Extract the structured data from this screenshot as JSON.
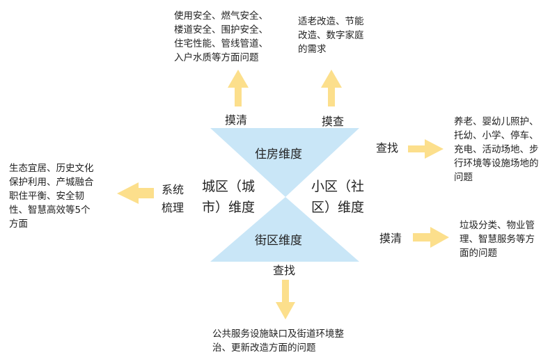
{
  "colors": {
    "shape_fill": "#c9e6f7",
    "arrow_fill": "#fcdf8c",
    "text": "#222222"
  },
  "center": {
    "top_label": "住房维度",
    "bottom_label": "街区维度",
    "left_label": "城区（城\n市）维度",
    "right_label": "小区（社\n区）维度"
  },
  "connectors": {
    "top_left": "摸清",
    "top_right": "摸查",
    "right_top": "查找",
    "right_bottom": "摸清",
    "left": "系统\n梳理",
    "bottom": "查找"
  },
  "boxes": {
    "top_left": "使用安全、燃气安全、\n楼道安全、围护安全、\n住宅性能、管线管道、\n入户水质等方面问题",
    "top_right": "适老改造、节能\n改造、数字家庭\n的需求",
    "right_top": "养老、婴幼儿照护、\n托幼、小学、停车、\n充电、活动场地、步\n行环境等设施场地的\n问题",
    "right_bottom": "垃圾分类、物业管\n理、智慧服务等方\n面的问题",
    "left": "生态宜居、历史文化\n保护利用、产城融合\n职住平衡、安全韧\n性、智慧高效等5个\n方面",
    "bottom": "公共服务设施缺口及街道环境整\n治、更新改造方面的问题"
  }
}
